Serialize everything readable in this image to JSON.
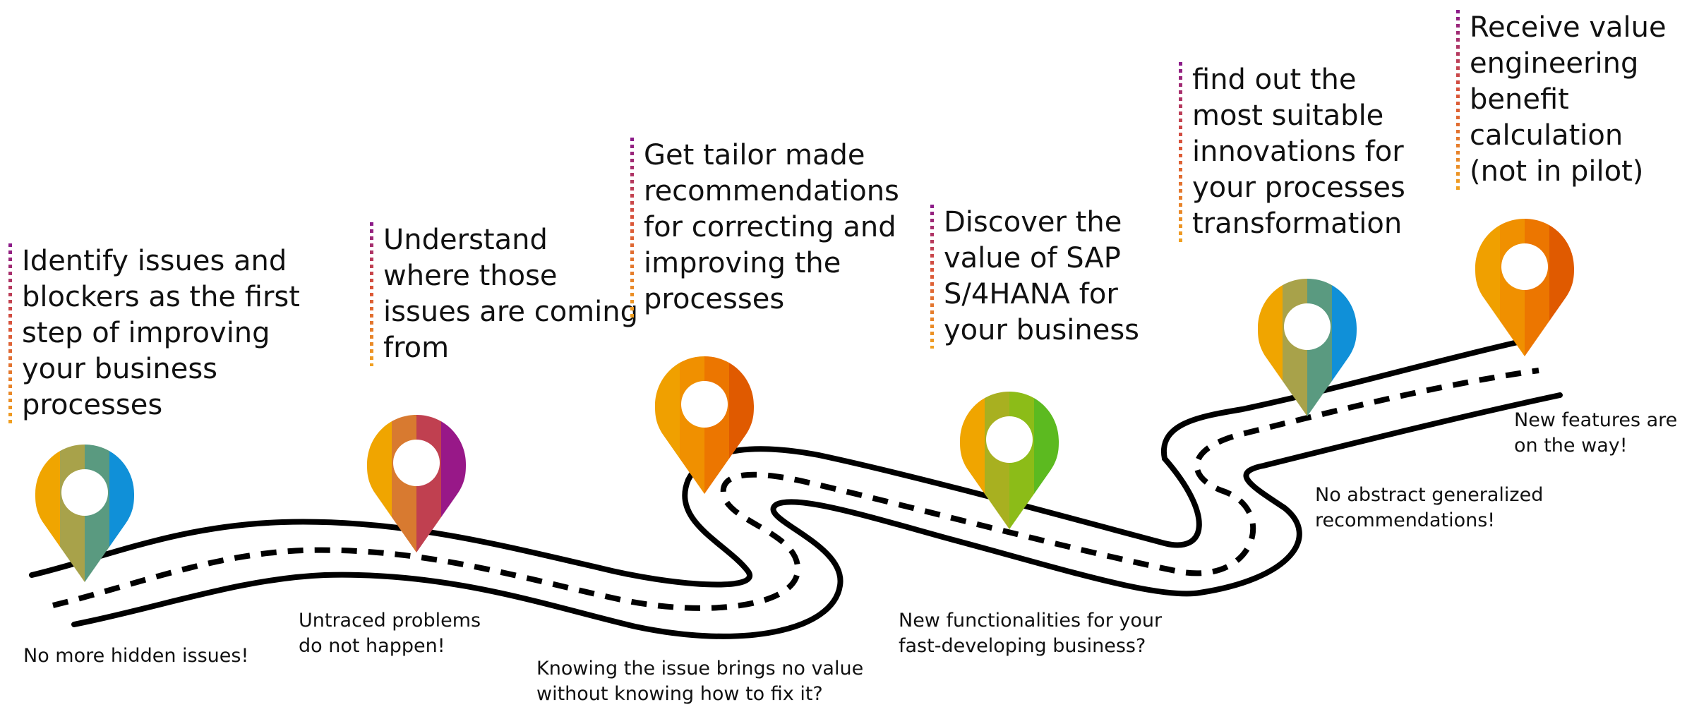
{
  "steps": [
    {
      "text": "Identify issues and\nblockers as the first\nstep of improving\nyour business\nprocesses",
      "pin_colors": [
        "#f0a500",
        "#a8a24a",
        "#5a9a80",
        "#1090d8"
      ]
    },
    {
      "text": "Understand\nwhere those\nissues are coming\nfrom",
      "pin_colors": [
        "#f0a500",
        "#d87a30",
        "#c04050",
        "#981888"
      ]
    },
    {
      "text": "Get tailor made\nrecommendations\nfor correcting and\nimproving the\nprocesses",
      "pin_colors": [
        "#f0a000",
        "#f09000",
        "#ec7600",
        "#e05a00"
      ]
    },
    {
      "text": "Discover the\nvalue of SAP\nS/4HANA for\nyour business",
      "pin_colors": [
        "#f0a500",
        "#a8b020",
        "#8cbc18",
        "#5cba20"
      ]
    },
    {
      "text": "find out the\nmost suitable\ninnovations for\nyour processes\ntransformation",
      "pin_colors": [
        "#f0a500",
        "#a8a24a",
        "#5a9a80",
        "#1090d8"
      ]
    },
    {
      "text": "Receive value\nengineering\nbenefit\ncalculation\n(not in pilot)",
      "pin_colors": [
        "#f0a000",
        "#f09000",
        "#ec7600",
        "#e05a00"
      ]
    }
  ],
  "captions": [
    "No more hidden issues!",
    "Untraced problems\ndo not happen!",
    "Knowing the issue brings no value\nwithout knowing how to fix it?",
    "New functionalities for your\nfast-developing business?",
    "No abstract generalized\nrecommendations!",
    "New features are\non the way!"
  ]
}
